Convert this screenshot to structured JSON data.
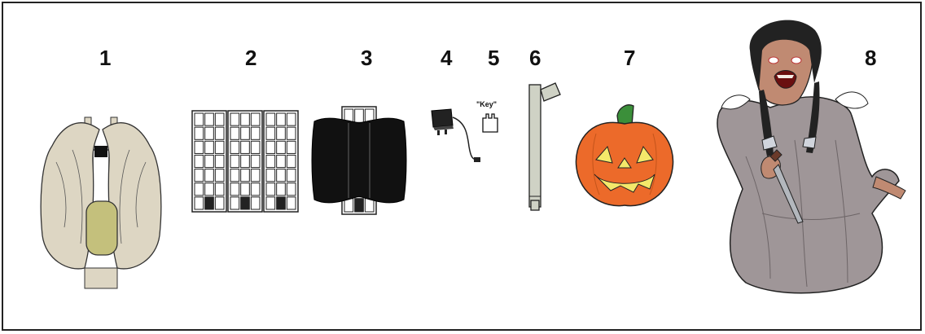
{
  "parts": [
    {
      "number": "1",
      "icon": "costume-frame-with-fabric-and-battery-box-icon"
    },
    {
      "number": "2",
      "icon": "three-mesh-panels-icon"
    },
    {
      "number": "3",
      "icon": "mesh-panel-with-black-fabric-icon"
    },
    {
      "number": "4",
      "icon": "ac-adapter-icon"
    },
    {
      "number": "5",
      "icon": "key-connector-icon",
      "label": "\"Key\""
    },
    {
      "number": "6",
      "icon": "support-pole-icon"
    },
    {
      "number": "7",
      "icon": "jack-o-lantern-icon"
    },
    {
      "number": "8",
      "icon": "creepy-girl-with-knife-figure-icon"
    }
  ],
  "colors": {
    "fabric": "#ddd6c3",
    "battery_box": "#c4c07c",
    "pole": "#cfd2c5",
    "pumpkin": "#ec6a2a",
    "pumpkin_face": "#f4e86a",
    "stem": "#3b8f3a",
    "dress": "#9f9698",
    "skin": "#c08a72"
  }
}
